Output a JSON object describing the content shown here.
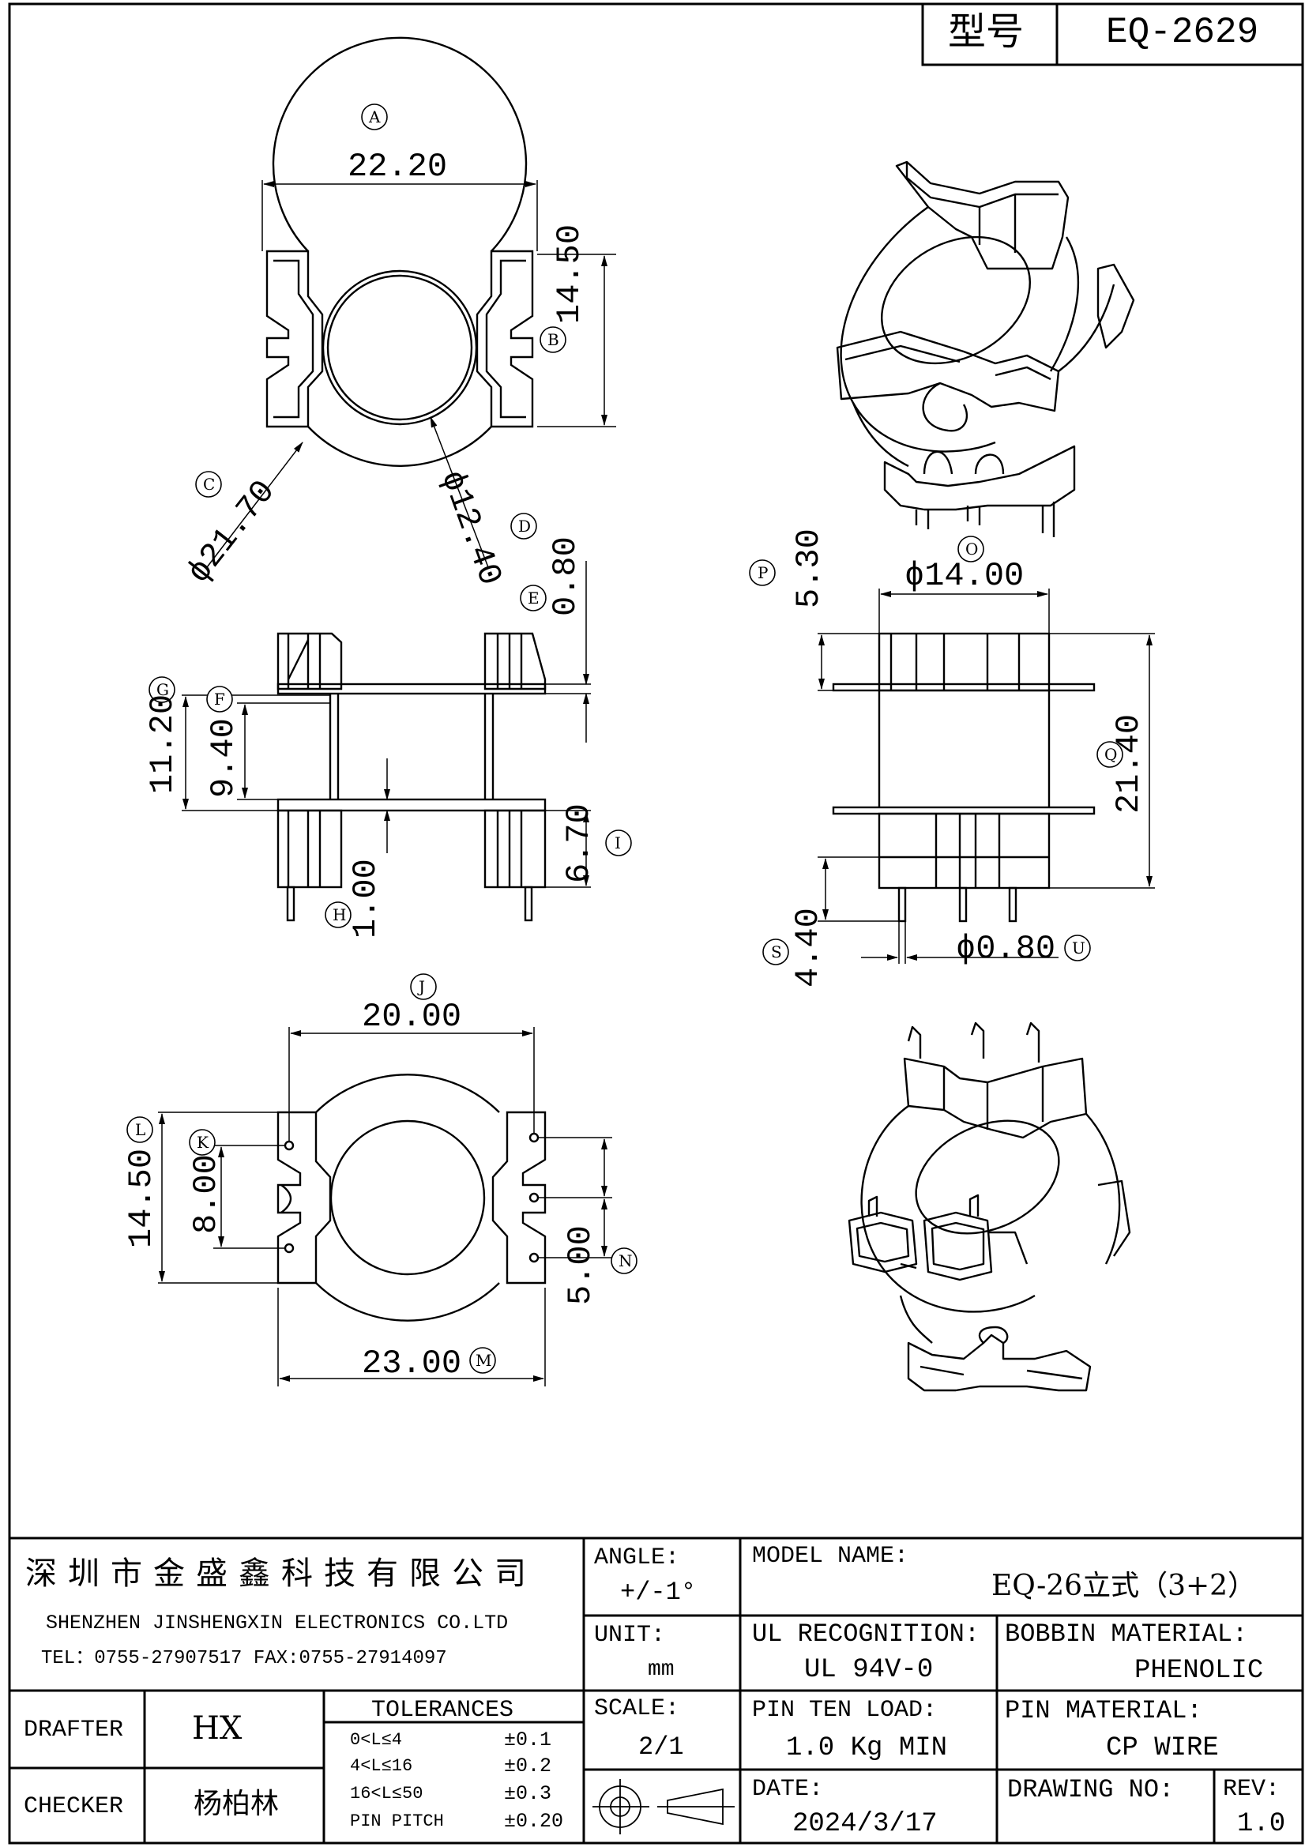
{
  "title_block": {
    "model_label": "型号",
    "model_value": "EQ-2629",
    "company_cn": "深圳市金盛鑫科技有限公司",
    "company_en": "SHENZHEN JINSHENGXIN ELECTRONICS   CO.LTD",
    "contact": "TEL：0755-27907517    FAX:0755-27914097",
    "angle_label": "ANGLE:",
    "angle_value": "+/-1°",
    "model_name_label": "MODEL NAME:",
    "model_name_value": "EQ-26立式（3+2）",
    "unit_label": "UNIT:",
    "unit_value": "mm",
    "ul_label": "UL RECOGNITION:",
    "ul_value": "UL 94V-0",
    "bobbin_label": "BOBBIN MATERIAL:",
    "bobbin_value": "PHENOLIC",
    "drafter_label": "DRAFTER",
    "drafter_value": "HX",
    "checker_label": "CHECKER",
    "checker_value": "杨柏林",
    "tolerances_label": "TOLERANCES",
    "tolerances": [
      {
        "range": "0<L≤4",
        "tol": "±0.1"
      },
      {
        "range": "4<L≤16",
        "tol": "±0.2"
      },
      {
        "range": "16<L≤50",
        "tol": "±0.3"
      },
      {
        "range": "PIN PITCH",
        "tol": "±0.20"
      }
    ],
    "scale_label": "SCALE:",
    "scale_value": "2/1",
    "pin_load_label": "PIN TEN LOAD:",
    "pin_load_value": "1.0 Kg MIN",
    "pin_material_label": "PIN MATERIAL:",
    "pin_material_value": "CP WIRE",
    "date_label": "DATE:",
    "date_value": "2024/3/17",
    "drawing_no_label": "DRAWING NO:",
    "rev_label": "REV:",
    "rev_value": "1.0"
  },
  "dimensions": {
    "A": "22.20",
    "B": "14.50",
    "C": "ϕ21.70",
    "D": "ϕ12.40",
    "E": "0.80",
    "F": "9.40",
    "G": "11.20",
    "H": "1.00",
    "I": "6.70",
    "J": "20.00",
    "K": "8.00",
    "L": "14.50",
    "M": "23.00",
    "N": "5.00",
    "O": "ϕ14.00",
    "P": "5.30",
    "Q": "21.40",
    "S": "4.40",
    "U": "ϕ0.80"
  },
  "callouts": [
    "A",
    "B",
    "C",
    "D",
    "E",
    "F",
    "G",
    "H",
    "I",
    "J",
    "K",
    "L",
    "M",
    "N",
    "O",
    "P",
    "Q",
    "S",
    "U"
  ]
}
